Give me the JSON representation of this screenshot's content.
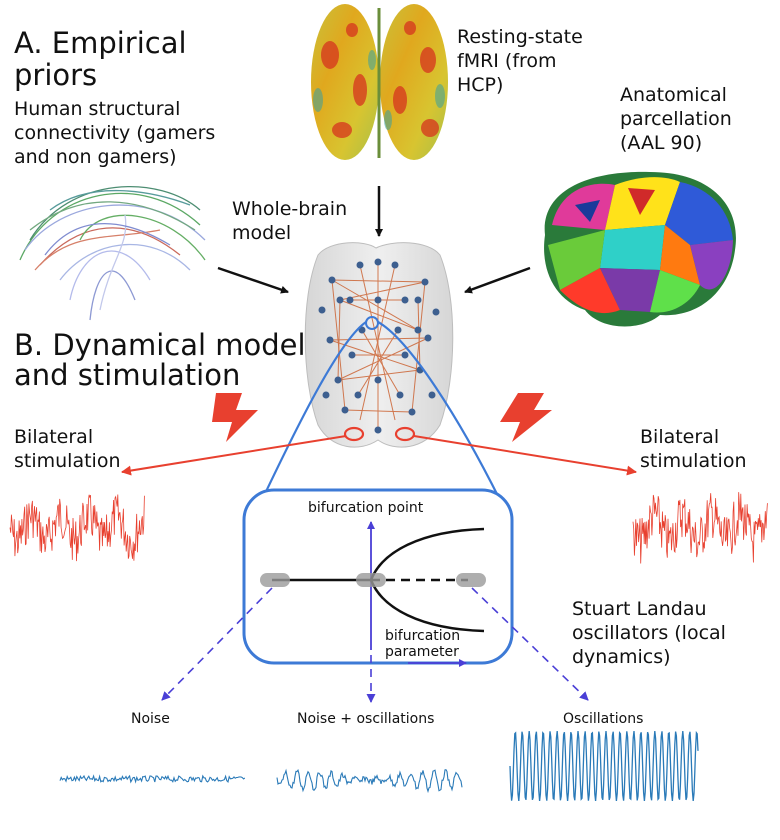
{
  "section_a": {
    "title_line1": "A. Empirical",
    "title_line2": "priors"
  },
  "structural": {
    "line1": "Human structural",
    "line2": "connectivity (gamers",
    "line3": "and non gamers)"
  },
  "fmri": {
    "line1": "Resting-state",
    "line2": "fMRI (from",
    "line3": "HCP)"
  },
  "parcellation": {
    "line1": "Anatomical",
    "line2": "parcellation",
    "line3": "(AAL 90)"
  },
  "whole_brain": {
    "line1": "Whole-brain",
    "line2": "model"
  },
  "section_b": {
    "title_line1": "B. Dynamical model",
    "title_line2": "and stimulation"
  },
  "stim_left": {
    "line1": "Bilateral",
    "line2": "stimulation"
  },
  "stim_right": {
    "line1": "Bilateral",
    "line2": "stimulation"
  },
  "bifurcation": {
    "point_label": "bifurcation point",
    "param_line1": "bifurcation",
    "param_line2": "parameter"
  },
  "oscillators": {
    "line1": "Stuart Landau",
    "line2": "oscillators (local",
    "line3": "dynamics)"
  },
  "regimes": {
    "noise": "Noise",
    "noise_osc": "Noise + oscillations",
    "oscillations": "Oscillations"
  },
  "colors": {
    "stim_red": "#e8402f",
    "signal_blue": "#2a7ab8",
    "arrow_purple": "#4a3fd6",
    "box_blue": "#3d7ad6",
    "edge_orange": "#c8521c"
  }
}
